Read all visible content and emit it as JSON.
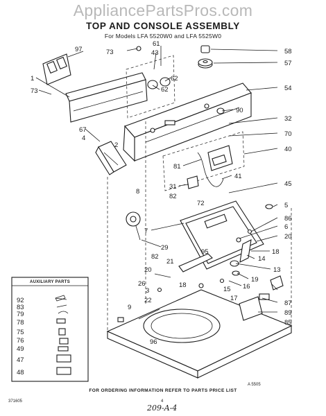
{
  "watermark": "AppliancePartsPros.com",
  "title": "TOP AND CONSOLE ASSEMBLY",
  "subtitle": "For Models LFA 5520W0 and LFA 5525W0",
  "auxiliary_parts_title": "AUXILIARY PARTS",
  "drawing_code": "A 5505",
  "footer": "FOR ORDERING INFORMATION REFER TO PARTS PRICE LIST",
  "doc_code": "371605",
  "page_number": "4",
  "handwritten_note": "209-A-4",
  "callouts": {
    "p97": "97",
    "p73a": "73",
    "p61": "61",
    "p43": "43",
    "p58": "58",
    "p57": "57",
    "p1": "1",
    "p73b": "73",
    "p62a": "62",
    "p62b": "62",
    "p54": "54",
    "p90": "90",
    "p32": "32",
    "p67": "67",
    "p4": "4",
    "p2": "2",
    "p70": "70",
    "p40": "40",
    "p81": "81",
    "p41": "41",
    "p8": "8",
    "p45": "45",
    "p31": "31",
    "p82a": "82",
    "p72": "72",
    "p5": "5",
    "p86": "86",
    "p7": "7",
    "p6": "6",
    "p20a": "20",
    "p29": "29",
    "p95": "95",
    "p82b": "82",
    "p21": "21",
    "p18a": "18",
    "p20b": "20",
    "p14": "14",
    "p13": "13",
    "p26": "26",
    "p3": "3",
    "p18b": "18",
    "p16": "16",
    "p15": "15",
    "p19": "19",
    "p17": "17",
    "p22": "22",
    "p9": "9",
    "p87": "87",
    "p89": "89",
    "p85": "85",
    "p96": "96",
    "p92": "92",
    "p83": "83",
    "p79": "79",
    "p78": "78",
    "p75": "75",
    "p76": "76",
    "p49": "49",
    "p47": "47",
    "p48": "48"
  }
}
